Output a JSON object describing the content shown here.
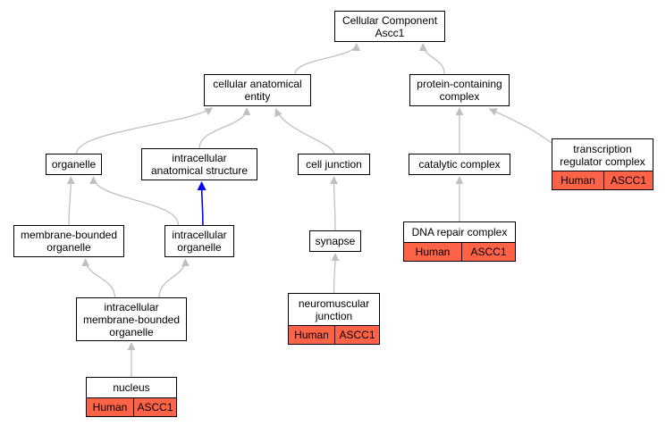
{
  "colors": {
    "edge_default": "#c0c0c0",
    "edge_highlight": "#0000ff",
    "annotation_fill": "#ff6347",
    "node_border": "#000000"
  },
  "nodes": {
    "root": {
      "lines": [
        "Cellular Component",
        "Ascc1"
      ]
    },
    "cae": {
      "lines": [
        "cellular anatomical",
        "entity"
      ]
    },
    "pcc": {
      "lines": [
        "protein-containing",
        "complex"
      ]
    },
    "organelle": {
      "lines": [
        "organelle"
      ]
    },
    "ias": {
      "lines": [
        "intracellular",
        "anatomical structure"
      ]
    },
    "cj": {
      "lines": [
        "cell junction"
      ]
    },
    "cc": {
      "lines": [
        "catalytic complex"
      ]
    },
    "trc": {
      "lines": [
        "transcription",
        "regulator complex"
      ],
      "species": "Human",
      "gene": "ASCC1"
    },
    "mbo": {
      "lines": [
        "membrane-bounded",
        "organelle"
      ]
    },
    "io": {
      "lines": [
        "intracellular",
        "organelle"
      ]
    },
    "syn": {
      "lines": [
        "synapse"
      ]
    },
    "drc": {
      "lines": [
        "DNA repair complex"
      ],
      "species": "Human",
      "gene": "ASCC1"
    },
    "imbo": {
      "lines": [
        "intracellular",
        "membrane-bounded",
        "organelle"
      ]
    },
    "nmj": {
      "lines": [
        "neuromuscular",
        "junction"
      ],
      "species": "Human",
      "gene": "ASCC1"
    },
    "nucleus": {
      "lines": [
        "nucleus"
      ],
      "species": "Human",
      "gene": "ASCC1"
    }
  },
  "edges": [
    {
      "from": "cae",
      "to": "root",
      "type": "default"
    },
    {
      "from": "pcc",
      "to": "root",
      "type": "default"
    },
    {
      "from": "organelle",
      "to": "cae",
      "type": "default"
    },
    {
      "from": "ias",
      "to": "cae",
      "type": "default"
    },
    {
      "from": "cj",
      "to": "cae",
      "type": "default"
    },
    {
      "from": "cc",
      "to": "pcc",
      "type": "default"
    },
    {
      "from": "trc",
      "to": "pcc",
      "type": "default"
    },
    {
      "from": "mbo",
      "to": "organelle",
      "type": "default"
    },
    {
      "from": "io",
      "to": "organelle",
      "type": "default"
    },
    {
      "from": "io",
      "to": "ias",
      "type": "highlight"
    },
    {
      "from": "syn",
      "to": "cj",
      "type": "default"
    },
    {
      "from": "drc",
      "to": "cc",
      "type": "default"
    },
    {
      "from": "imbo",
      "to": "mbo",
      "type": "default"
    },
    {
      "from": "imbo",
      "to": "io",
      "type": "default"
    },
    {
      "from": "nmj",
      "to": "syn",
      "type": "default"
    },
    {
      "from": "nucleus",
      "to": "imbo",
      "type": "default"
    }
  ]
}
